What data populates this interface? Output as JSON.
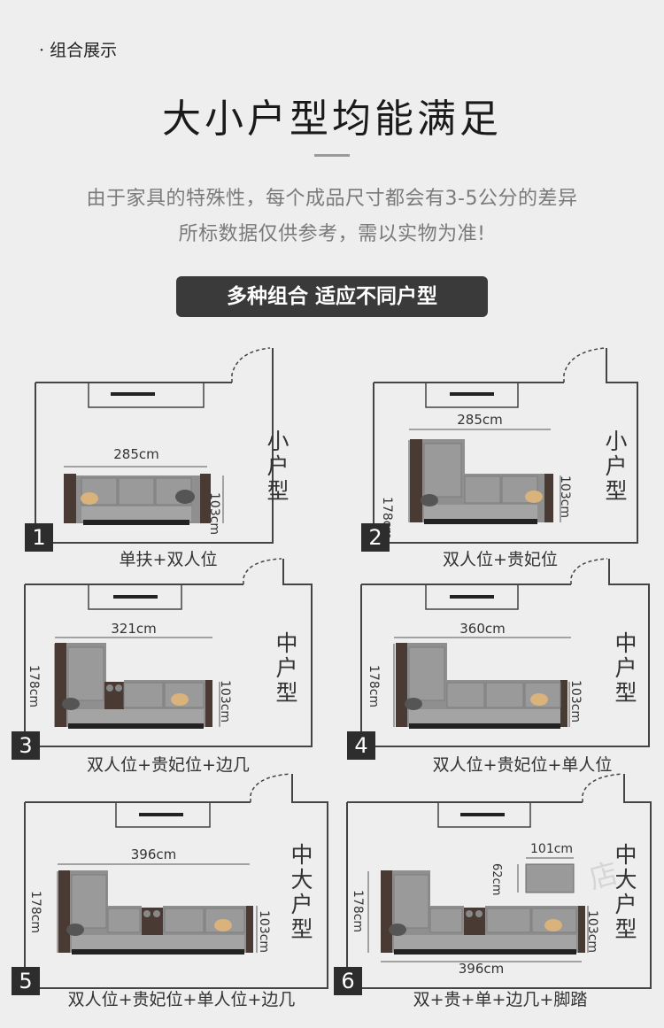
{
  "header": {
    "section_tag": "· 组合展示",
    "title": "大小户型均能满足",
    "note_line1": "由于家具的特殊性，每个成品尺寸都会有3-5公分的差异",
    "note_line2": "所标数据仅供参考，需以实物为准!",
    "banner": "多种组合 适应不同户型"
  },
  "layouts": [
    {
      "number": "1",
      "caption": "单扶+双人位",
      "size_label": [
        "小",
        "户",
        "型"
      ],
      "width": "285cm",
      "depth": "103cm",
      "height": ""
    },
    {
      "number": "2",
      "caption": "双人位+贵妃位",
      "size_label": [
        "小",
        "户",
        "型"
      ],
      "width": "285cm",
      "depth": "103cm",
      "height": "178cm"
    },
    {
      "number": "3",
      "caption": "双人位+贵妃位+边几",
      "size_label": [
        "中",
        "户",
        "型"
      ],
      "width": "321cm",
      "depth": "103cm",
      "height": "178cm"
    },
    {
      "number": "4",
      "caption": "双人位+贵妃位+单人位",
      "size_label": [
        "中",
        "户",
        "型"
      ],
      "width": "360cm",
      "depth": "103cm",
      "height": "178cm"
    },
    {
      "number": "5",
      "caption": "双人位+贵妃位+单人位+边几",
      "size_label": [
        "中",
        "大",
        "户",
        "型"
      ],
      "width": "396cm",
      "depth": "103cm",
      "height": "178cm"
    },
    {
      "number": "6",
      "caption": "双+贵+单+边几+脚踏",
      "size_label": [
        "中",
        "大",
        "户",
        "型"
      ],
      "width": "396cm",
      "depth": "103cm",
      "height": "178cm",
      "ottoman_width": "101cm",
      "ottoman_depth": "62cm"
    }
  ],
  "watermark": "店",
  "colors": {
    "sofa": "#8d8d8d",
    "sofa_dark": "#6f6f6f",
    "wood": "#4a3a34",
    "pillow": "#d9b27c",
    "banner": "#3a3a3a"
  }
}
